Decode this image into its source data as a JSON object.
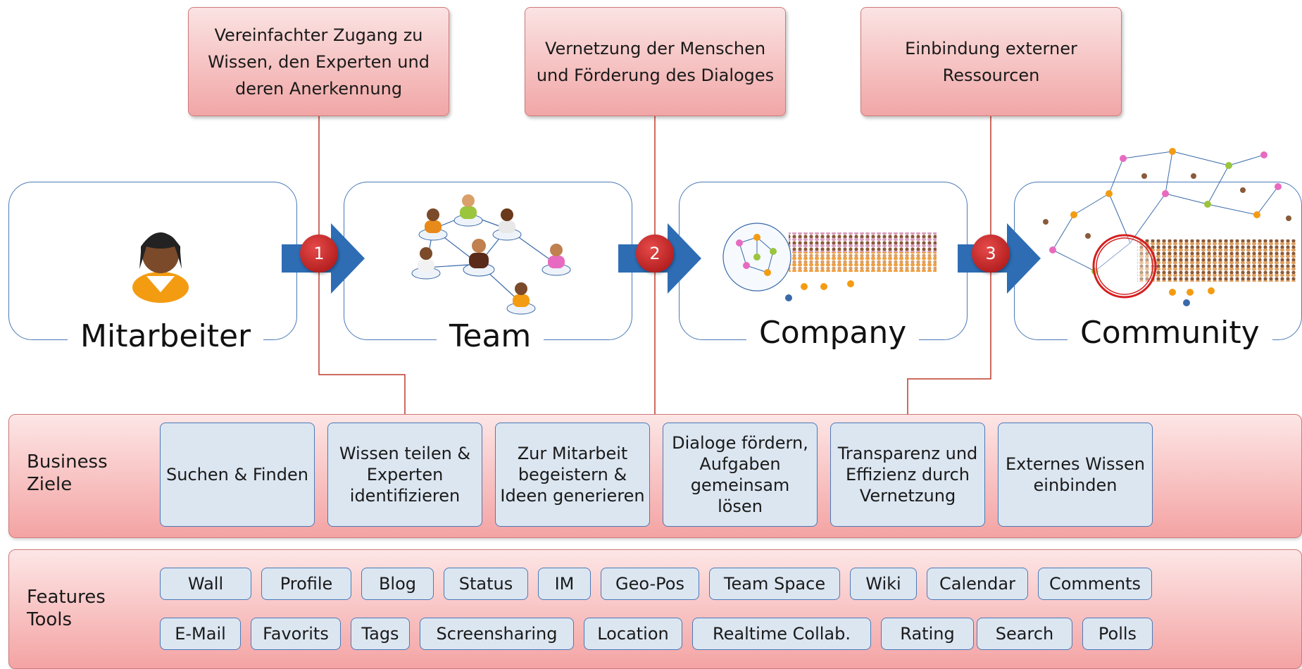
{
  "callouts": [
    {
      "text": "Vereinfachter Zugang zu Wissen, den Experten und deren Anerkennung"
    },
    {
      "text": "Vernetzung der Menschen und Förderung des Dialoges"
    },
    {
      "text": "Einbindung externer Ressourcen"
    }
  ],
  "stages": [
    {
      "label": "Mitarbeiter",
      "icon": "person-icon"
    },
    {
      "label": "Team",
      "icon": "team-network-icon"
    },
    {
      "label": "Company",
      "icon": "company-crowd-icon"
    },
    {
      "label": "Community",
      "icon": "community-network-icon"
    }
  ],
  "badges": [
    "1",
    "2",
    "3"
  ],
  "business": {
    "title": "Business Ziele",
    "goals": [
      "Suchen & Finden",
      "Wissen teilen & Experten identifizieren",
      "Zur Mitarbeit begeistern & Ideen generieren",
      "Dialoge fördern, Aufgaben gemeinsam lösen",
      "Transparenz und Effizienz durch Vernetzung",
      "Externes Wissen einbinden"
    ]
  },
  "features": {
    "title": "Features Tools",
    "row1": [
      "Wall",
      "Profile",
      "Blog",
      "Status",
      "IM",
      "Geo-Pos",
      "Team Space",
      "Wiki",
      "Calendar",
      "Comments"
    ],
    "row2": [
      "E-Mail",
      "Favorits",
      "Tags",
      "Screensharing",
      "Location",
      "Realtime Collab.",
      "Rating",
      "Search",
      "Polls"
    ]
  },
  "colors": {
    "callout": "#f1a6a6",
    "band": "#f4a3a3",
    "box_fill": "#dce6f1",
    "box_border": "#4a7ab8",
    "badge": "#c0392b",
    "arrow": "#2e6db4",
    "connector": "#c0392b"
  }
}
